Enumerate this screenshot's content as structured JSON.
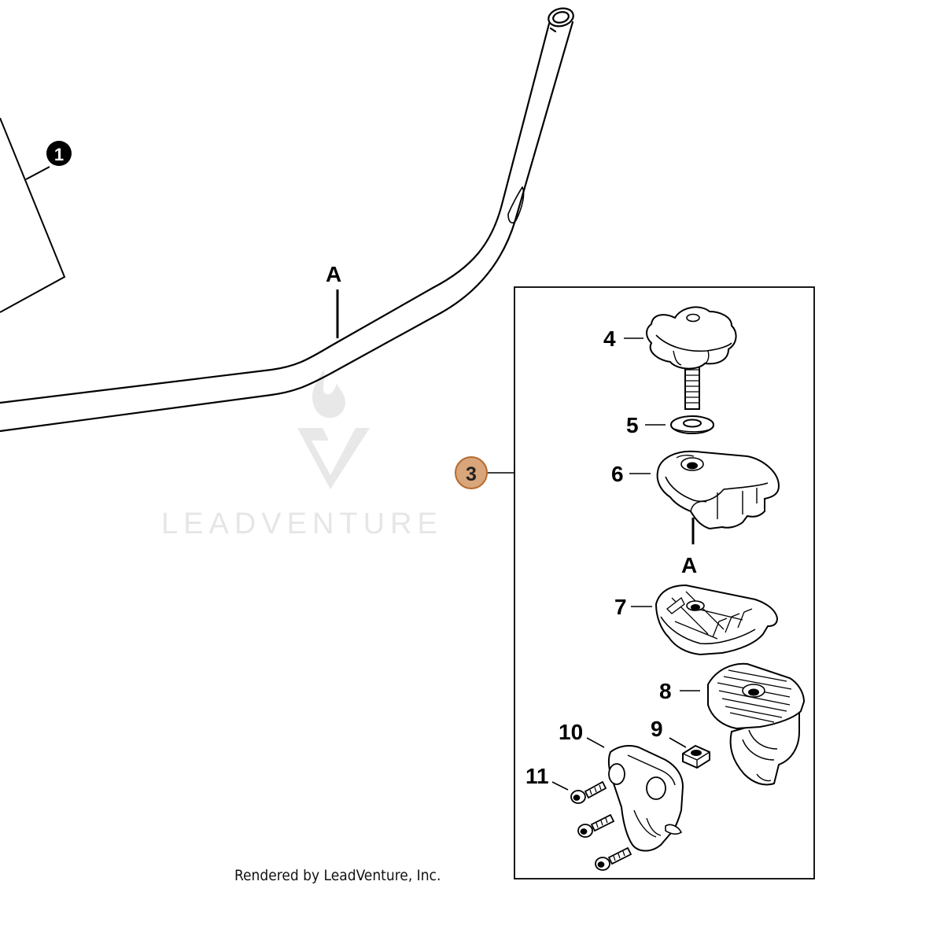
{
  "diagram": {
    "callouts": [
      {
        "id": "c1",
        "label": "1",
        "style": "filled-circle"
      },
      {
        "id": "c3",
        "label": "3",
        "style": "highlighted-circle"
      }
    ],
    "tube_reference_label": "A",
    "kit_reference_label": "A",
    "parts": [
      {
        "id": "p4",
        "label": "4",
        "name": "star knob with screw"
      },
      {
        "id": "p5",
        "label": "5",
        "name": "washer"
      },
      {
        "id": "p6",
        "label": "6",
        "name": "clamp cover"
      },
      {
        "id": "p7",
        "label": "7",
        "name": "clamp plate"
      },
      {
        "id": "p8",
        "label": "8",
        "name": "handle support"
      },
      {
        "id": "p9",
        "label": "9",
        "name": "square nut"
      },
      {
        "id": "p10",
        "label": "10",
        "name": "clamp housing"
      },
      {
        "id": "p11",
        "label": "11",
        "name": "screws"
      }
    ],
    "watermark": "LEADVENTURE",
    "credit": "Rendered by LeadVenture, Inc.",
    "colors": {
      "line": "#000000",
      "callout_1_fill": "#000000",
      "callout_3_fill": "#d9a57b",
      "callout_3_border": "#b56a2e",
      "watermark": "#e6e6e6",
      "part_fill": "#ffffff"
    }
  }
}
